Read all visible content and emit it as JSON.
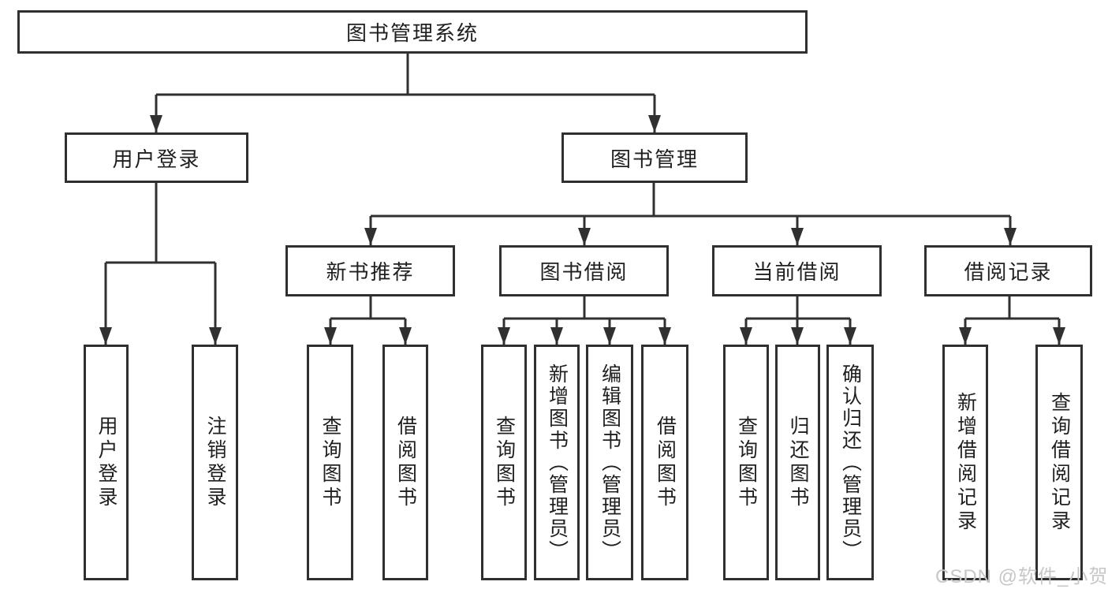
{
  "tree": {
    "label": "图书管理系统",
    "children": [
      {
        "label": "用户登录",
        "children": [
          {
            "label": "用户登录"
          },
          {
            "label": "注销登录"
          }
        ]
      },
      {
        "label": "图书管理",
        "children": [
          {
            "label": "新书推荐",
            "children": [
              {
                "label": "查询图书"
              },
              {
                "label": "借阅图书"
              }
            ]
          },
          {
            "label": "图书借阅",
            "children": [
              {
                "label": "查询图书"
              },
              {
                "label": "新增图书（管理员）"
              },
              {
                "label": "编辑图书（管理员）"
              },
              {
                "label": "借阅图书"
              }
            ]
          },
          {
            "label": "当前借阅",
            "children": [
              {
                "label": "查询图书"
              },
              {
                "label": "归还图书"
              },
              {
                "label": "确认归还（管理员）"
              }
            ]
          },
          {
            "label": "借阅记录",
            "children": [
              {
                "label": "新增借阅记录"
              },
              {
                "label": "查询借阅记录"
              }
            ]
          }
        ]
      }
    ]
  },
  "watermark": {
    "text": "CSDN @软件_小贺同学"
  },
  "colors": {
    "line": "#303030",
    "text": "#1f1f1f",
    "background": "#ffffff",
    "watermark": "#c7c7c7"
  }
}
